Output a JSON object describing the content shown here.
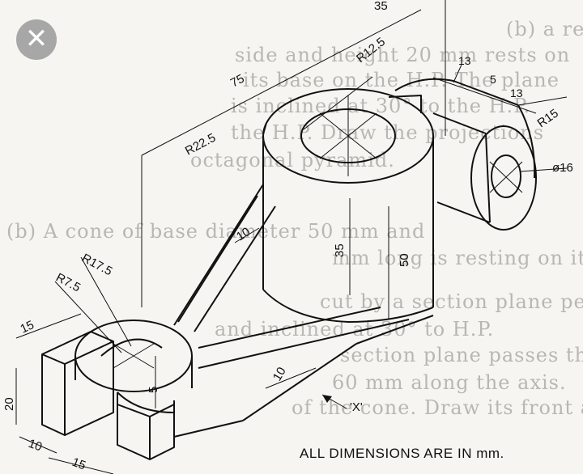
{
  "close_button": {
    "icon": "close-icon",
    "glyph": "✕"
  },
  "background_text": {
    "lines": [
      "(b)  a regular octagonal pyramid of base",
      "side and height 20 mm  rests on",
      "its base on the H.P.  The plane",
      "is inclined at 30° to the H.P.",
      "the H.P. Draw the  projections",
      "octagonal  pyramid.",
      "(b)  A cone of base diameter 50 mm and",
      "mm long is resting  on  its base on H.P.",
      "cut by a section plane perpendicular to V.P.",
      "and inclined at 30° to H.P.",
      "section plane passes through",
      "60 mm along the axis.",
      "of the cone. Draw its front and"
    ]
  },
  "dimensions": {
    "d35_top": "35",
    "d75": "75",
    "r12_5": "R12.5",
    "r22_5": "R22.5",
    "d13a": "13",
    "d5a": "5",
    "d13b": "13",
    "r15": "R15",
    "phi16": "ø16",
    "d10_arm": "10",
    "d35_boss": "35",
    "d50": "50",
    "r17_5": "R17.5",
    "r7_5": "R7.5",
    "d15_top": "15",
    "d10_base": "10",
    "d5_slot": "5",
    "d20": "20",
    "d10_left": "10",
    "d15_bottom": "15"
  },
  "view_label": "'X'",
  "note": "ALL DIMENSIONS ARE IN mm."
}
